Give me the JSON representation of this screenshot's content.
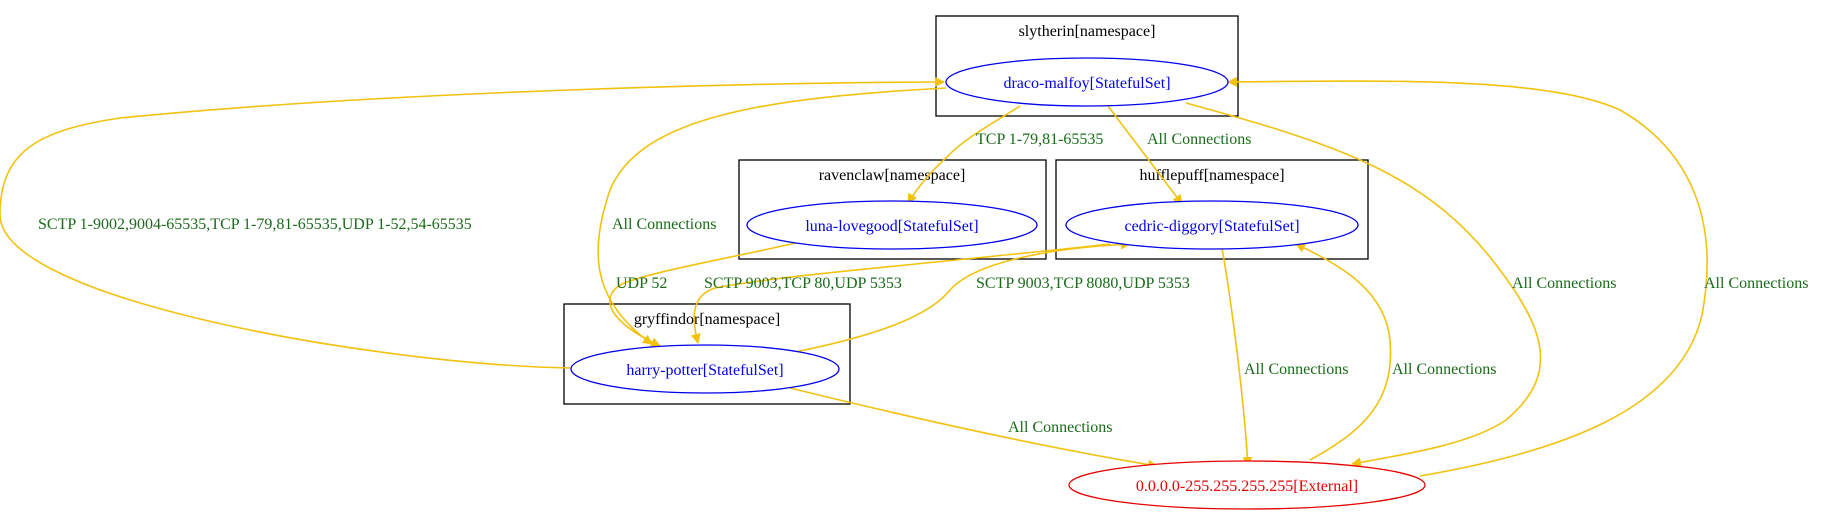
{
  "colors": {
    "edge": "#f2c20e",
    "edge_label": "#1a6b1a",
    "workload": "#0000ee",
    "external": "#e60000",
    "cluster_border": "#000000"
  },
  "clusters": [
    {
      "id": "slytherin",
      "label": "slytherin[namespace]"
    },
    {
      "id": "ravenclaw",
      "label": "ravenclaw[namespace]"
    },
    {
      "id": "hufflepuff",
      "label": "hufflepuff[namespace]"
    },
    {
      "id": "gryffindor",
      "label": "gryffindor[namespace]"
    }
  ],
  "nodes": [
    {
      "id": "draco",
      "label": "draco-malfoy[StatefulSet]",
      "kind": "workload"
    },
    {
      "id": "luna",
      "label": "luna-lovegood[StatefulSet]",
      "kind": "workload"
    },
    {
      "id": "cedric",
      "label": "cedric-diggory[StatefulSet]",
      "kind": "workload"
    },
    {
      "id": "harry",
      "label": "harry-potter[StatefulSet]",
      "kind": "workload"
    },
    {
      "id": "external",
      "label": "0.0.0.0-255.255.255.255[External]",
      "kind": "external"
    }
  ],
  "edges": [
    {
      "id": "draco-luna",
      "from": "draco",
      "to": "luna",
      "label": "TCP 1-79,81-65535"
    },
    {
      "id": "draco-cedric",
      "from": "draco",
      "to": "cedric",
      "label": "All Connections"
    },
    {
      "id": "harry-draco",
      "from": "harry",
      "to": "draco",
      "label": "SCTP 1-9002,9004-65535,TCP 1-79,81-65535,UDP 1-52,54-65535"
    },
    {
      "id": "draco-harry",
      "from": "draco",
      "to": "harry",
      "label": "All Connections"
    },
    {
      "id": "draco-external",
      "from": "draco",
      "to": "external",
      "label": "All Connections"
    },
    {
      "id": "external-draco",
      "from": "external",
      "to": "draco",
      "label": "All Connections"
    },
    {
      "id": "luna-harry",
      "from": "luna",
      "to": "harry",
      "label": "UDP 52"
    },
    {
      "id": "cedric-harry",
      "from": "cedric",
      "to": "harry",
      "label": "SCTP 9003,TCP 80,UDP 5353"
    },
    {
      "id": "harry-cedric",
      "from": "harry",
      "to": "cedric",
      "label": "SCTP 9003,TCP 8080,UDP 5353"
    },
    {
      "id": "cedric-external",
      "from": "cedric",
      "to": "external",
      "label": "All Connections"
    },
    {
      "id": "external-cedric",
      "from": "external",
      "to": "cedric",
      "label": "All Connections"
    },
    {
      "id": "harry-external",
      "from": "harry",
      "to": "external",
      "label": "All Connections"
    }
  ]
}
